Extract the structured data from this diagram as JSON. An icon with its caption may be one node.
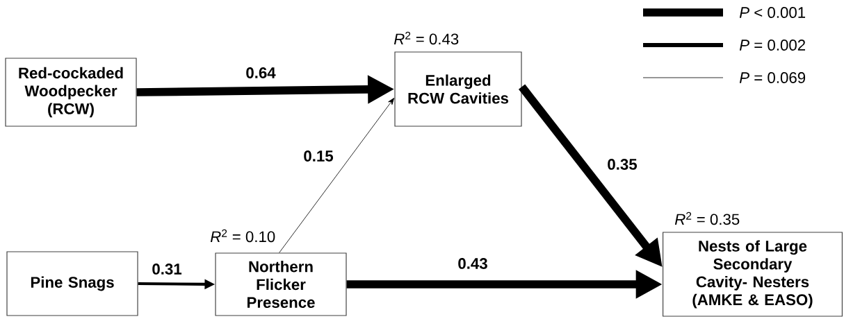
{
  "diagram": {
    "nodes": [
      {
        "text": [
          "Red-cockaded Woodpecker (RCW)"
        ]
      },
      {
        "text": [
          "Enlarged RCW Cavities"
        ],
        "beside": [
          "*R*$^{2}$ = 0.43"
        ]
      },
      {
        "text": [
          "Pine Snags"
        ]
      },
      {
        "text": [
          "Northern Flicker Presence"
        ],
        "beside": [
          "*R*$^{2}$ = 0.10"
        ]
      },
      {
        "text": [
          "Nests of Large Secondary Cavity- Nesters (AMKE & EASO)"
        ],
        "beside": [
          "*R*$^{2}$ = 0.35"
        ]
      }
    ],
    "edges": [
      {
        "from": 0,
        "to": 1,
        "arrow": "to",
        "label": "0.64"
      },
      {
        "from": 3,
        "to": 1,
        "arrow": "to",
        "label": "0.15"
      },
      {
        "from": 1,
        "to": 4,
        "arrow": "to",
        "label": "0.35"
      },
      {
        "from": 2,
        "to": 3,
        "arrow": "to",
        "label": "0.31"
      },
      {
        "from": 3,
        "to": 4,
        "arrow": "to",
        "label": "0.43"
      }
    ],
    "legend": [
      {
        "text": "*P* < 0.001"
      },
      {
        "text": "*P* = 0.002"
      },
      {
        "text": "*P* = 0.069"
      }
    ]
  }
}
